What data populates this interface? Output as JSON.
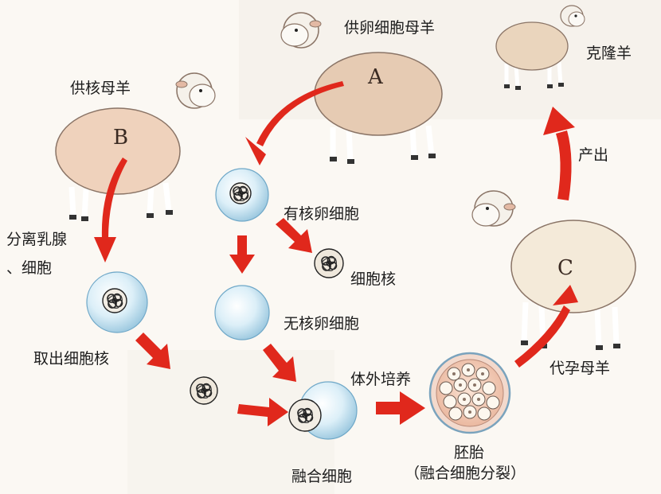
{
  "labels": {
    "donor_egg_sheep": "供卵细胞母羊",
    "cloned_sheep": "克隆羊",
    "donor_nucleus_sheep": "供核母羊",
    "separate_cells_line1": "分离乳腺",
    "separate_cells_line2": "、细胞",
    "nucleated_egg": "有核卵细胞",
    "nucleus": "细胞核",
    "enucleated_egg": "无核卵细胞",
    "extract_nucleus": "取出细胞核",
    "in_vitro_culture": "体外培养",
    "fused_cell": "融合细胞",
    "embryo": "胚胎",
    "embryo_note": "（融合细胞分裂）",
    "surrogate_sheep": "代孕母羊",
    "birth": "产出"
  },
  "letters": {
    "a": "A",
    "b": "B",
    "c": "C"
  },
  "colors": {
    "arrow": "#e0281c",
    "wool_tan": "#ead1b8",
    "wool_cream": "#f4ead9",
    "cell_fill": "#d3ebf6",
    "cell_stroke": "#6fa8c8",
    "background": "#fbf8f3"
  }
}
